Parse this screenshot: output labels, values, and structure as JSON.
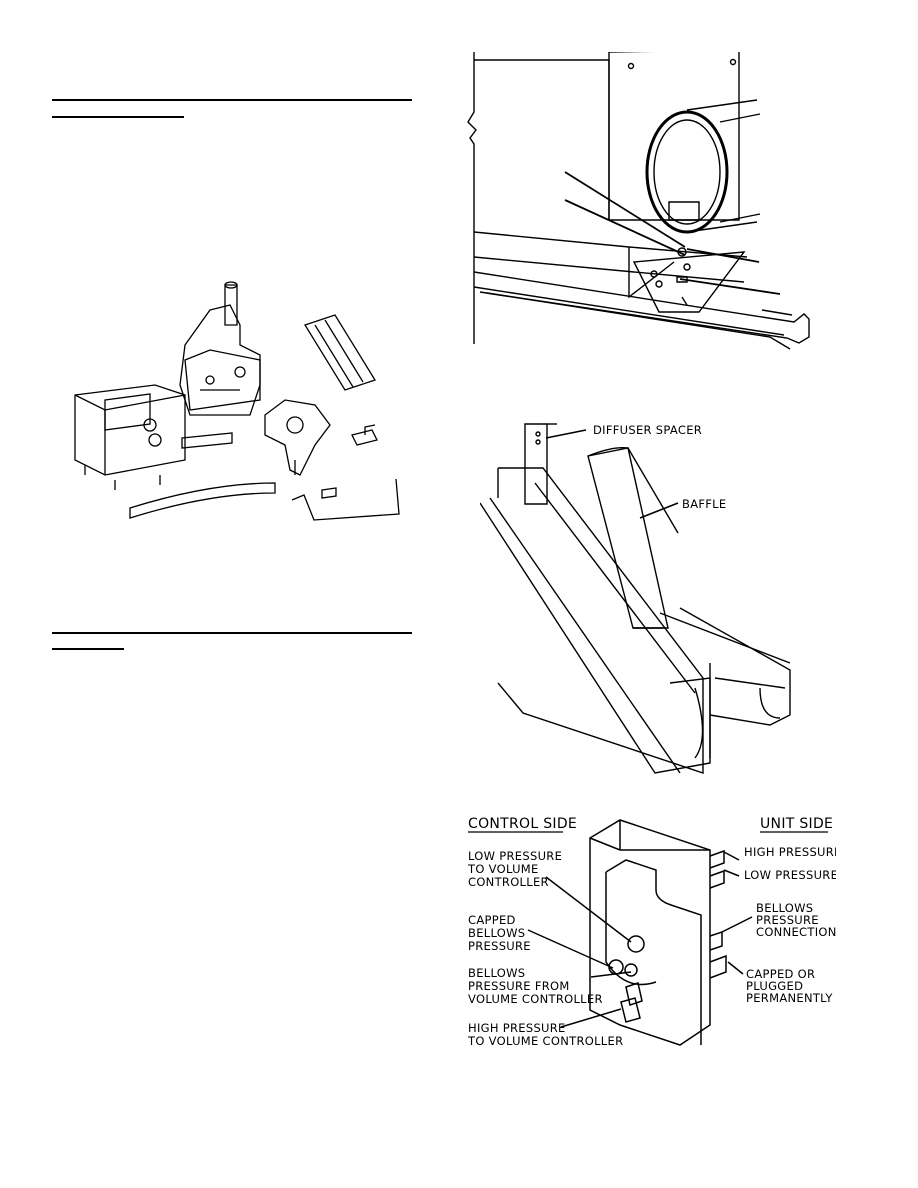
{
  "figures": {
    "baffle": {
      "diffuser_spacer_label": "DIFFUSER SPACER",
      "baffle_label": "BAFFLE"
    },
    "pressure_block": {
      "control_side_label": "CONTROL SIDE",
      "unit_side_label": "UNIT SIDE",
      "left_callouts": [
        [
          "LOW PRESSURE",
          "TO VOLUME",
          "CONTROLLER"
        ],
        [
          "CAPPED",
          "BELLOWS",
          "PRESSURE"
        ],
        [
          "BELLOWS",
          "PRESSURE FROM",
          "VOLUME CONTROLLER"
        ],
        [
          "HIGH PRESSURE",
          "TO VOLUME CONTROLLER"
        ]
      ],
      "right_callouts": [
        [
          "HIGH PRESSURE"
        ],
        [
          "LOW PRESSURE"
        ],
        [
          "BELLOWS",
          "PRESSURE",
          "CONNECTION"
        ],
        [
          "CAPPED OR",
          "PLUGGED",
          "PERMANENTLY"
        ]
      ]
    }
  }
}
